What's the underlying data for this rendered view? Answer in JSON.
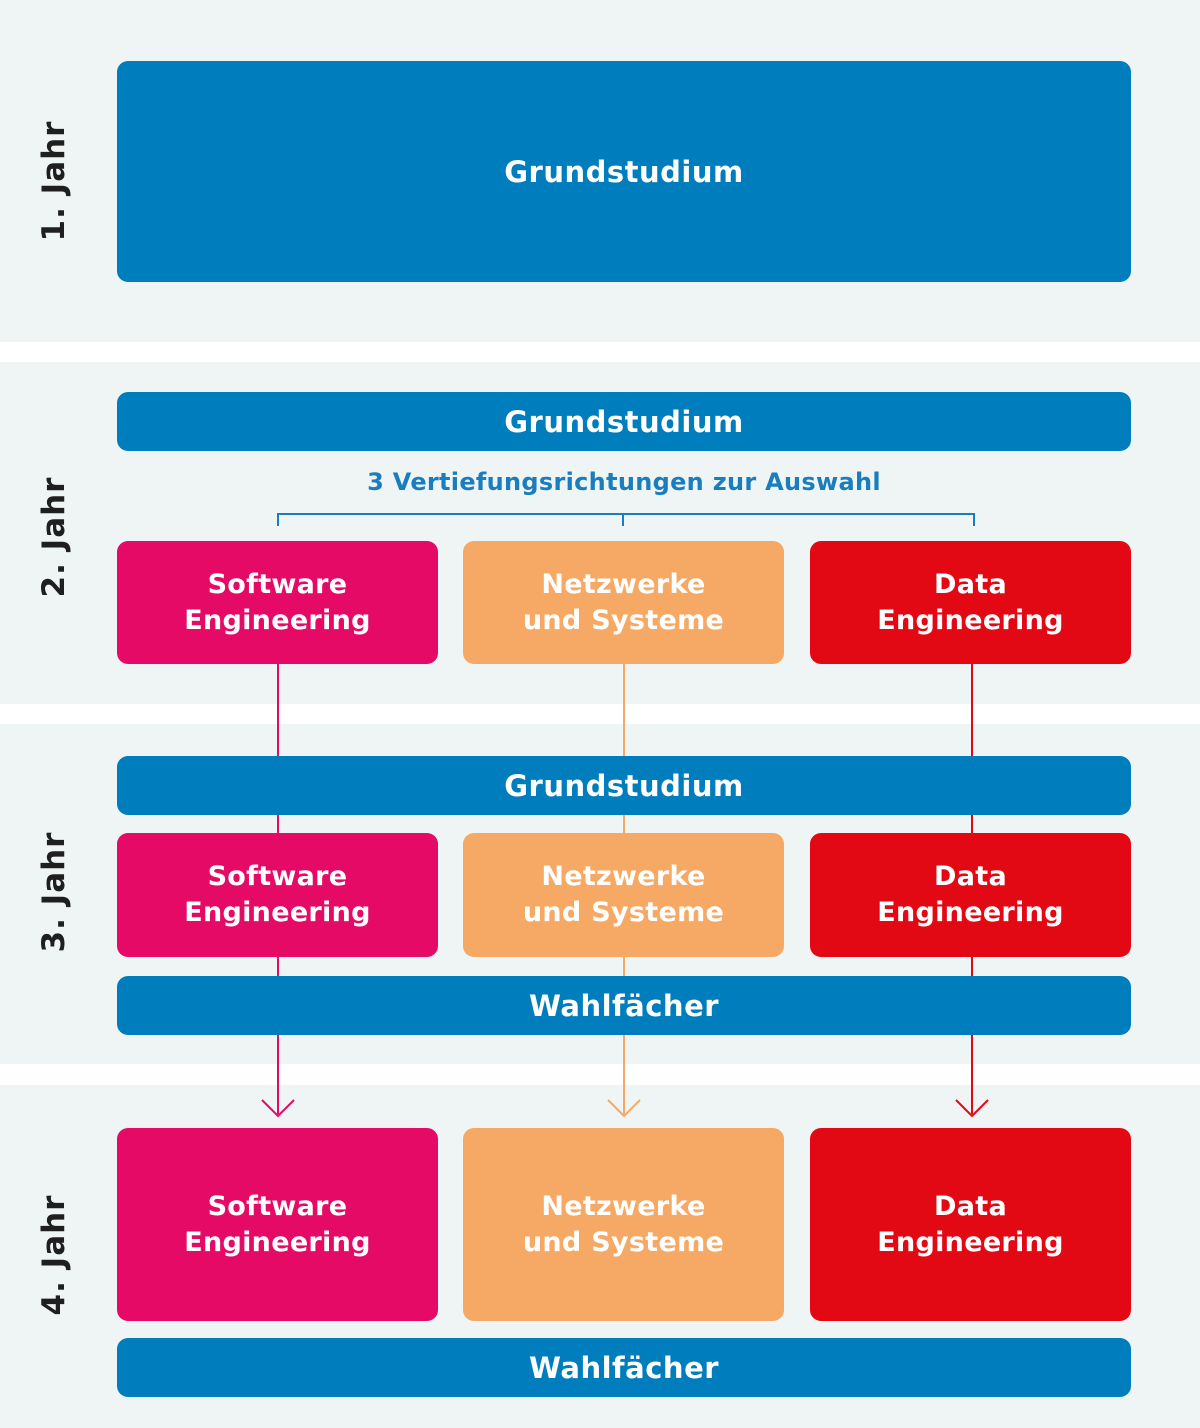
{
  "colors": {
    "blue": "#007dbc",
    "software_engineering": "#e40a66",
    "netzwerke_systeme": "#f5a964",
    "data_engineering": "#e30914",
    "band_background": "#eff4f4"
  },
  "years": {
    "year1": {
      "label": "1. Jahr",
      "grundstudium": "Grundstudium"
    },
    "year2": {
      "label": "2. Jahr",
      "grundstudium": "Grundstudium",
      "caption": "3 Vertiefungsrichtungen zur Auswahl",
      "tracks": [
        "Software\nEngineering",
        "Netzwerke\nund Systeme",
        "Data\nEngineering"
      ]
    },
    "year3": {
      "label": "3. Jahr",
      "grundstudium": "Grundstudium",
      "tracks": [
        "Software\nEngineering",
        "Netzwerke\nund Systeme",
        "Data\nEngineering"
      ],
      "wahlfaecher": "Wahlfächer"
    },
    "year4": {
      "label": "4. Jahr",
      "tracks": [
        "Software\nEngineering",
        "Netzwerke\nund Systeme",
        "Data\nEngineering"
      ],
      "wahlfaecher": "Wahlfächer"
    }
  }
}
